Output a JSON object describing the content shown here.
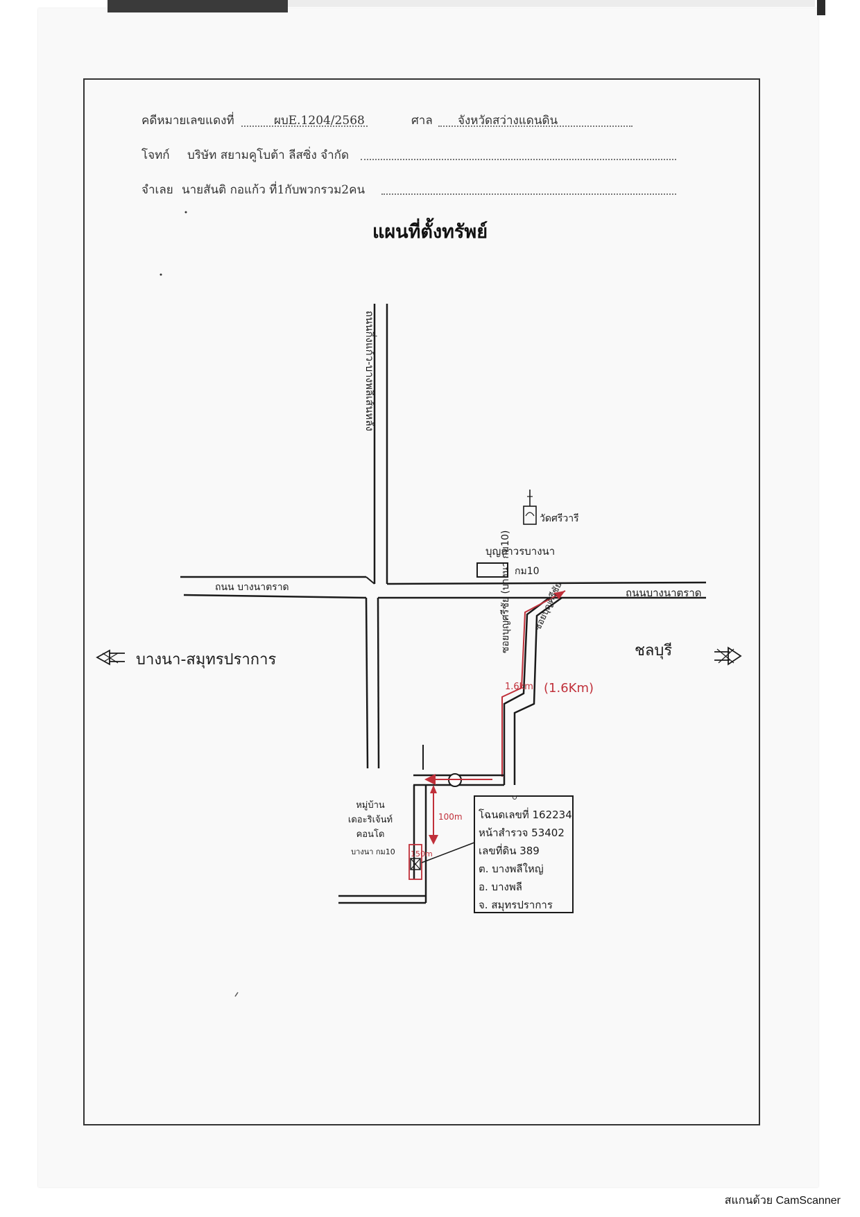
{
  "header": {
    "case_label": "คดีหมายเลขแดงที่",
    "case_number": "ผบE.1204/2568",
    "court_label": "ศาล",
    "court_name": "จังหวัดสว่างแดนดิน",
    "plaintiff_label": "โจทก์",
    "plaintiff_name": "บริษัท สยามคูโบต้า ลีสซิ่ง จำกัด",
    "defendant_label": "จำเลย",
    "defendant_name": "นายสันติ กอแก้ว ที่1กับพวกรวม2คน"
  },
  "title": "แผนที่ตั้งทรัพย์",
  "map": {
    "road_vertical": "ถนนกิ่งแก้ว-บางพลีเส้นหลัง",
    "road_horizontal_left": "ถนน บางนาตราด",
    "road_horizontal_right": "ถนนบางนาตราด",
    "temple": "วัดศรีวารี",
    "landmark": "บุญถาวรบางนา",
    "landmark_km": "กม10",
    "soi_label": "ซอยบุญศรีชัย",
    "soi_vertical": "ซอยบุญศรีชัย (บางนา กม10)",
    "distance_black": "1.6km",
    "distance_red": "(1.6Km)",
    "direction_left": "บางนา-สมุทรปราการ",
    "direction_right": "ชลบุรี",
    "distance_100": "100m",
    "distance_150": "150m",
    "village": [
      "หมู่บ้าน",
      "เดอะริเจ้นท์",
      "คอนโด",
      "บางนา กม10"
    ],
    "deed_info": [
      "โฉนดเลขที่ 162234",
      "หน้าสำรวจ 53402",
      "เลขที่ดิน 389",
      "ต. บางพลีใหญ่",
      "อ. บางพลี",
      "จ. สมุทรปราการ"
    ],
    "ink_red": "#c0303a",
    "ink_black": "#1a1a1a"
  },
  "footer": "สแกนด้วย CamScanner"
}
